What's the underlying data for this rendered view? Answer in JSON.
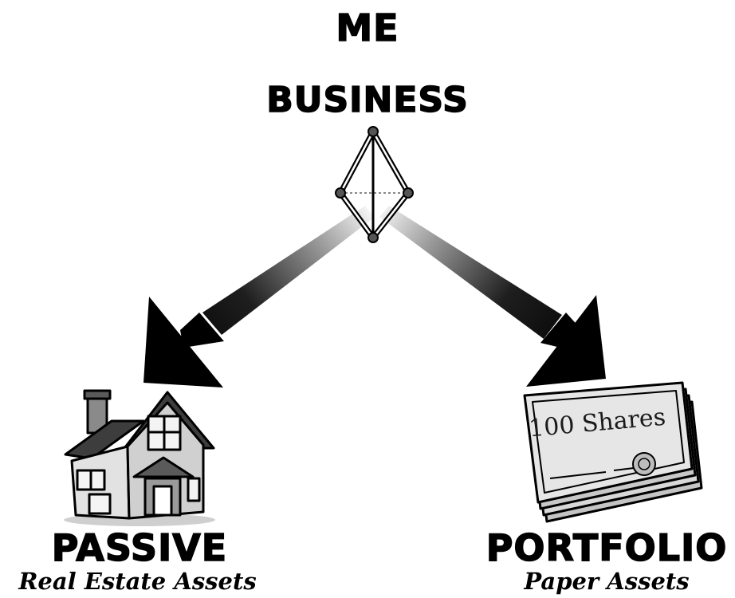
{
  "top": {
    "me": "ME",
    "business": "BUSINESS"
  },
  "left": {
    "title": "PASSIVE",
    "subtitle": "Real Estate Assets",
    "icon": "house-icon"
  },
  "right": {
    "title": "PORTFOLIO",
    "subtitle": "Paper Assets",
    "icon": "stock-certificate-stack-icon",
    "certificate_text": "100 Shares"
  },
  "center_icon": "diamond-node-icon",
  "colors": {
    "ink": "#000000",
    "background": "#ffffff"
  }
}
